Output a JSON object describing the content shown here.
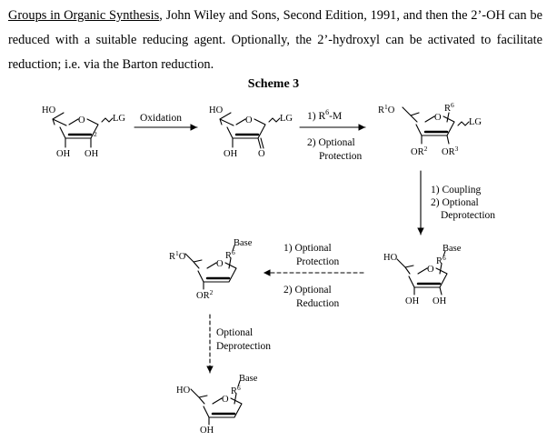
{
  "paragraph": {
    "ref_underlined": "Groups in Organic Synthesis",
    "ref_rest": ", John Wiley and Sons, Second Edition, 1991, and then the 2’-OH can be reduced with a suitable reducing agent.  Optionally, the 2’-hydroxyl can be activated to facilitate reduction; i.e. via the Barton reduction."
  },
  "scheme": {
    "title": "Scheme 3",
    "step1": "Oxidation",
    "step2_line1": "1) R",
    "step2_sup": "6",
    "step2_line1_end": "-M",
    "step2_line2": "2) Optional",
    "step2_line3": "Protection",
    "step3_line1": "1) Coupling",
    "step3_line2": "2) Optional",
    "step3_line3": "Deprotection",
    "step4_line1": "1) Optional",
    "step4_line2": "Protection",
    "step4_line3": "2) Optional",
    "step4_line4": "Reduction",
    "step5_line1": "Optional",
    "step5_line2": "Deprotection"
  },
  "atoms": {
    "ho": "HO",
    "oh": "OH",
    "o": "O",
    "lg": "LG",
    "base": "Base",
    "r": "R",
    "or": "OR",
    "n1": "1",
    "n2": "2",
    "n3": "3",
    "n6": "6",
    "two": "2"
  }
}
